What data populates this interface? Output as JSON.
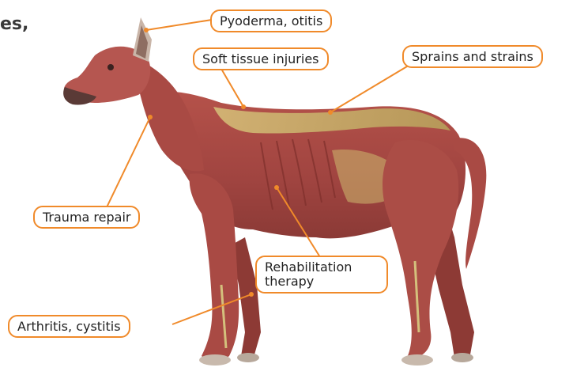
{
  "heading_fragment": "es,",
  "accent_color": "#f08a2a",
  "labels": {
    "pyoderma": "Pyoderma, otitis",
    "soft_tissue": "Soft tissue injuries",
    "sprains": "Sprains and strains",
    "trauma": "Trauma repair",
    "rehab_line1": "Rehabilitation",
    "rehab_line2": "therapy",
    "arthritis": "Arthritis, cystitis"
  }
}
